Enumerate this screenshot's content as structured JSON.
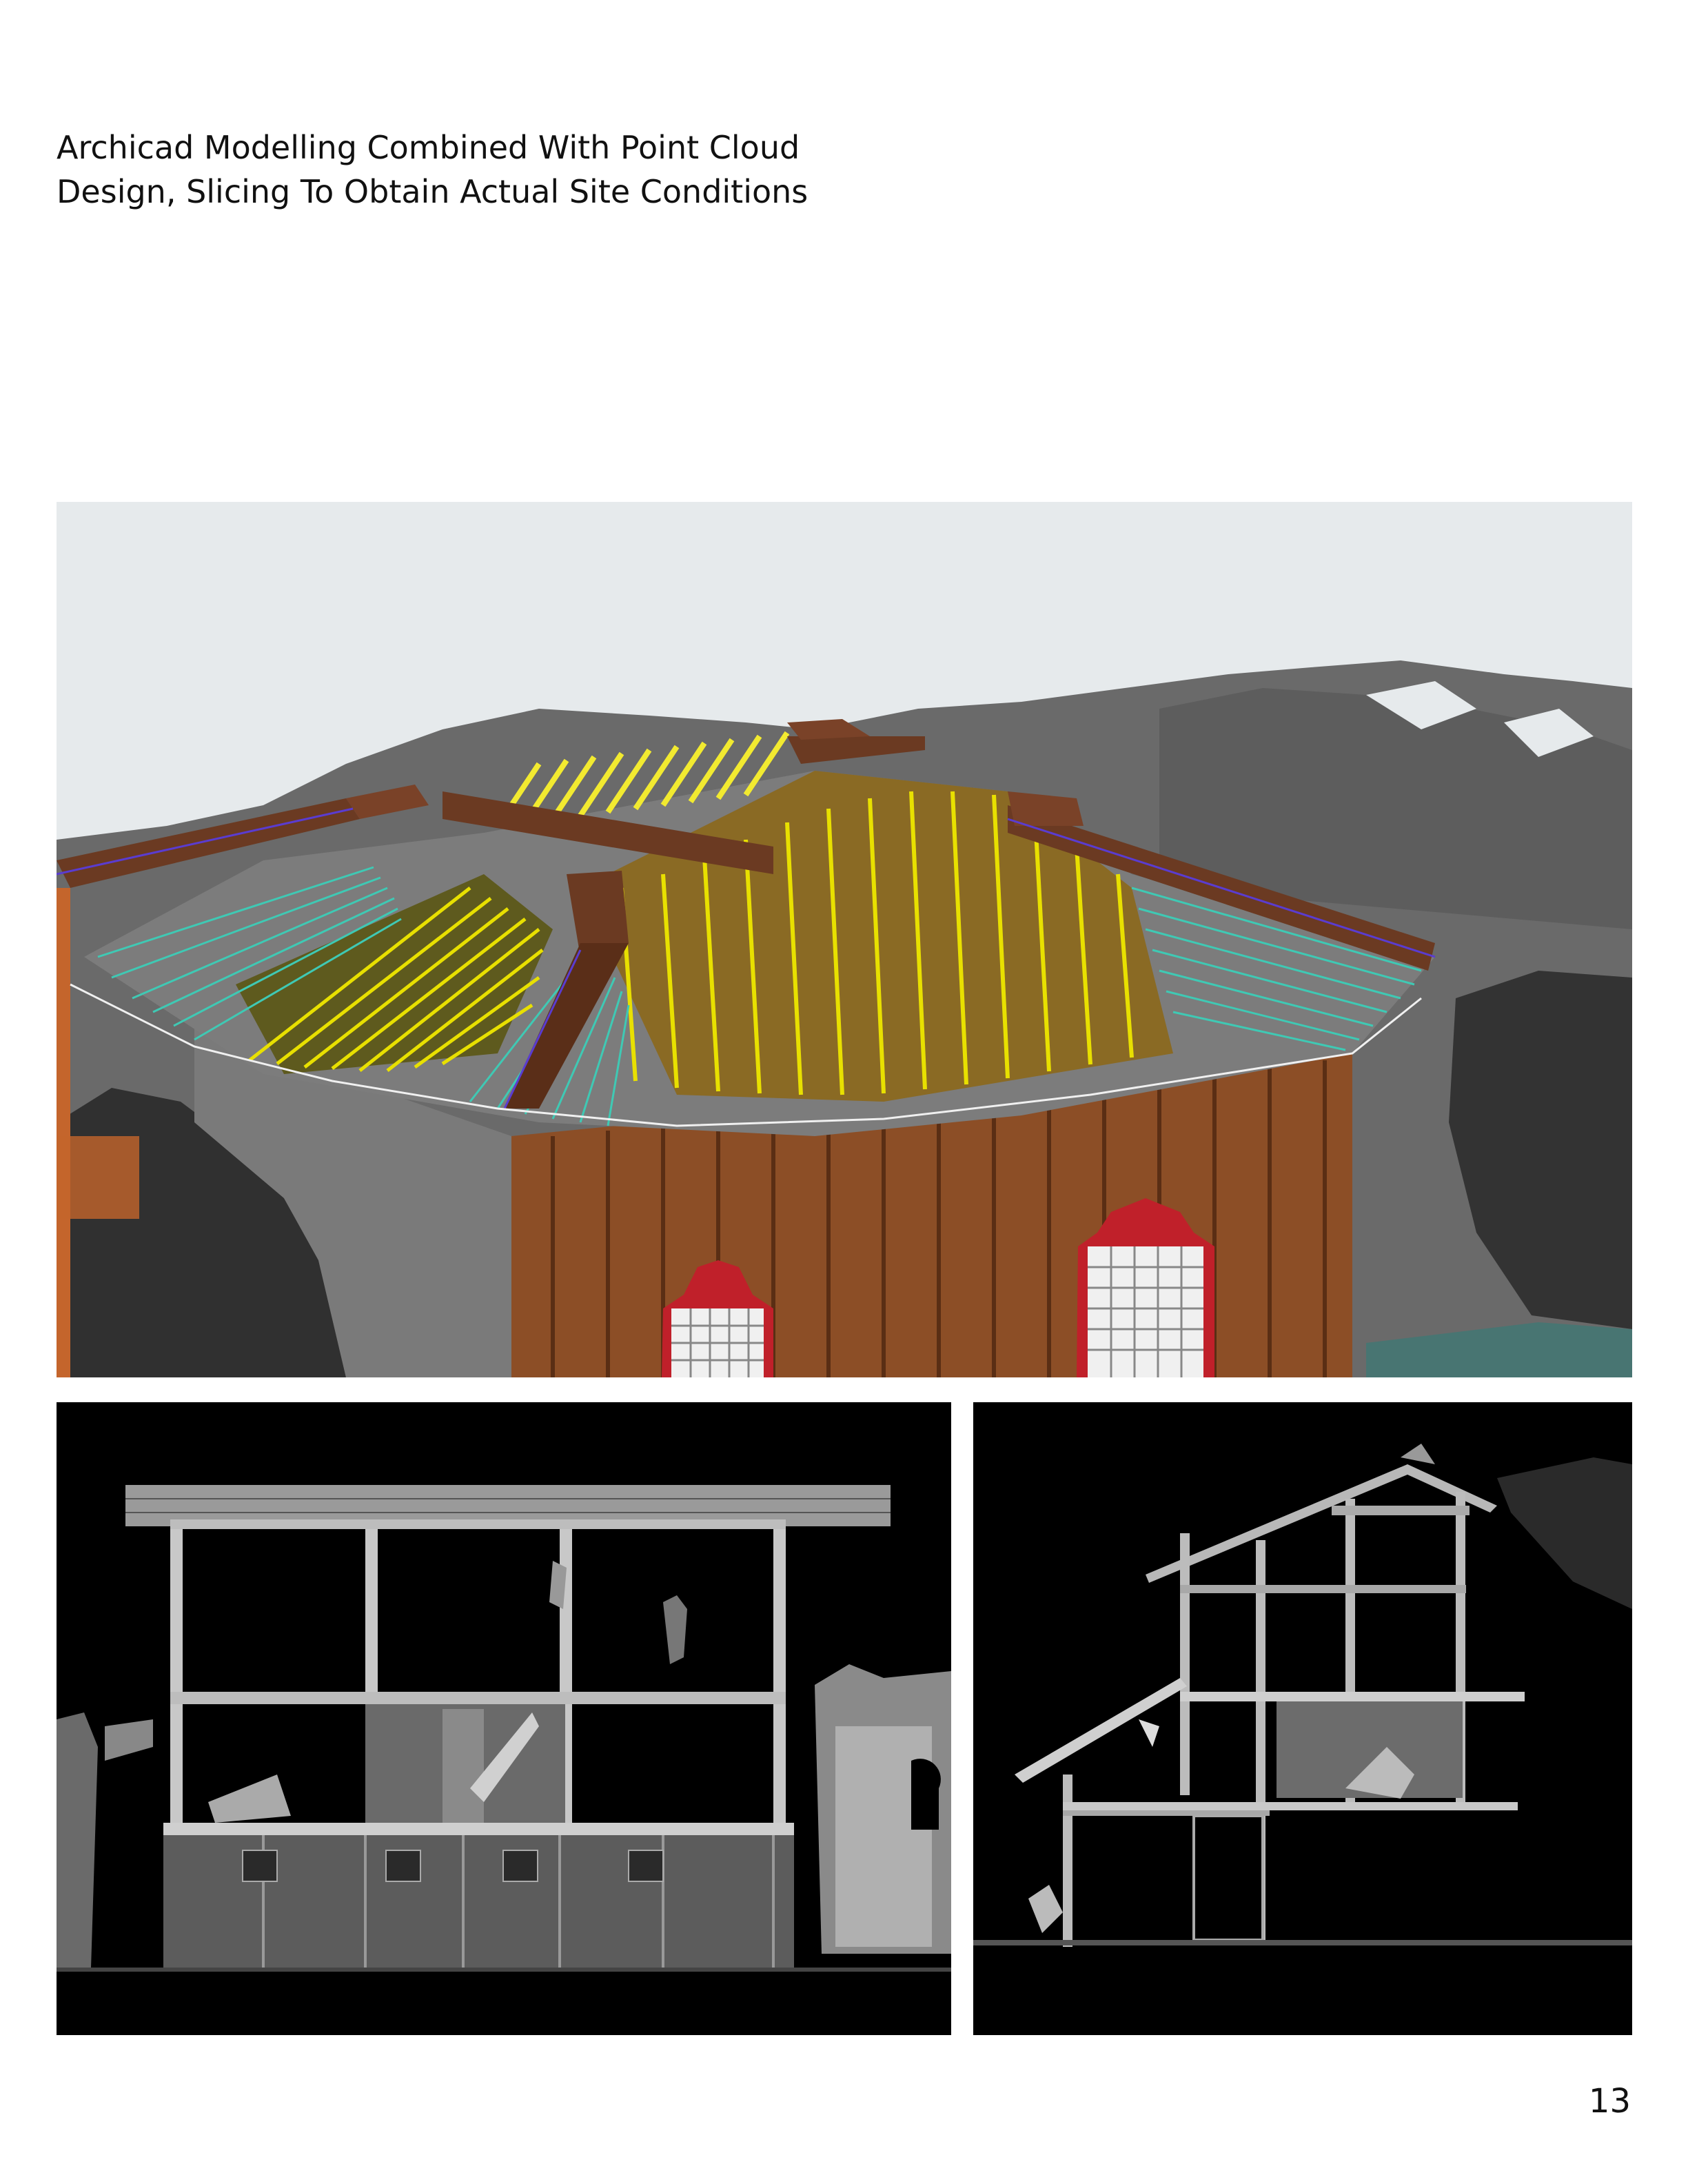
{
  "page": {
    "title_line_1": "Archicad Modelling Combined With Point Cloud",
    "title_line_2": "Design, Slicing To Obtain Actual Site Conditions",
    "page_number": "13"
  },
  "images": {
    "hero": "Archicad roof model overlaid on point cloud",
    "section_long": "Point cloud longitudinal slice section",
    "section_cross": "Point cloud cross slice section"
  },
  "colors": {
    "sky": "#e6eaec",
    "cloud_gray": "#6e6e6e",
    "beam_brown": "#6b3a22",
    "rafter_yellow": "#e8e000",
    "rafter_cyan": "#3fc9b4",
    "wall_orange": "#a65a28",
    "window_red": "#c0202a",
    "section_black": "#000000"
  }
}
